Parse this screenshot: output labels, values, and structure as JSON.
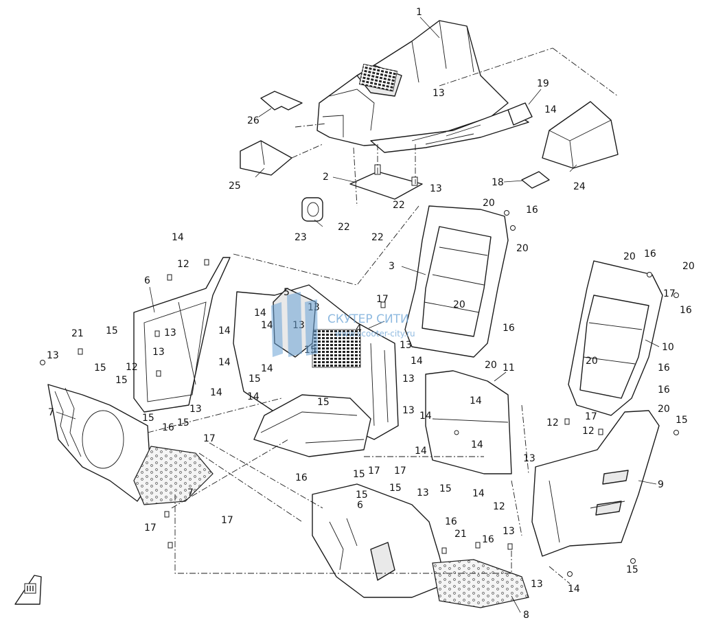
{
  "watermark": {
    "line1": "СКУТЕР СИТИ",
    "line2": "www.scooter-city.ru",
    "color": "#6aa3d6"
  },
  "callouts": [
    "1",
    "2",
    "3",
    "4",
    "5",
    "6",
    "7",
    "8",
    "9",
    "10",
    "11",
    "12",
    "13",
    "14",
    "15",
    "16",
    "17",
    "18",
    "19",
    "20",
    "21",
    "22",
    "23",
    "24",
    "25",
    "26"
  ],
  "corner_icon": "direction-arrow-icon"
}
